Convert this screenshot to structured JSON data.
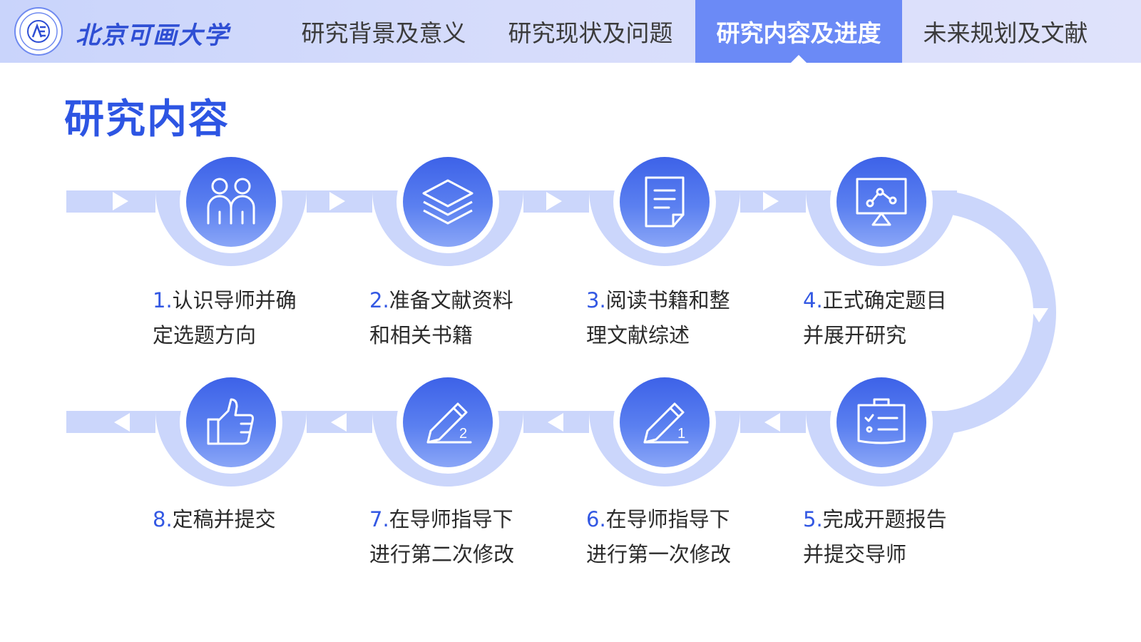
{
  "header": {
    "logo_text": "北京可画大学",
    "tabs": [
      {
        "label": "研究背景及意义",
        "active": false
      },
      {
        "label": "研究现状及问题",
        "active": false
      },
      {
        "label": "研究内容及进度",
        "active": true
      },
      {
        "label": "未来规划及文献",
        "active": false
      }
    ]
  },
  "main": {
    "title": "研究内容",
    "steps": [
      {
        "num": "1.",
        "line1": "认识导师并确",
        "line2": "定选题方向",
        "icon": "people-icon"
      },
      {
        "num": "2.",
        "line1": "准备文献资料",
        "line2": "和相关书籍",
        "icon": "layers-icon"
      },
      {
        "num": "3.",
        "line1": "阅读书籍和整",
        "line2": "理文献综述",
        "icon": "document-icon"
      },
      {
        "num": "4.",
        "line1": "正式确定题目",
        "line2": "并展开研究",
        "icon": "presentation-icon"
      },
      {
        "num": "5.",
        "line1": "完成开题报告",
        "line2": "并提交导师",
        "icon": "clipboard-checklist-icon"
      },
      {
        "num": "6.",
        "line1": "在导师指导下",
        "line2": "进行第一次修改",
        "icon": "pencil-one-icon"
      },
      {
        "num": "7.",
        "line1": "在导师指导下",
        "line2": "进行第二次修改",
        "icon": "pencil-two-icon"
      },
      {
        "num": "8.",
        "line1": "定稿并提交",
        "line2": "",
        "icon": "thumbs-up-icon"
      }
    ]
  },
  "colors": {
    "accent": "#2d55e3",
    "active_tab": "#6b8af6",
    "track": "#cbd6fb",
    "header_bg": "#d3dafb"
  }
}
